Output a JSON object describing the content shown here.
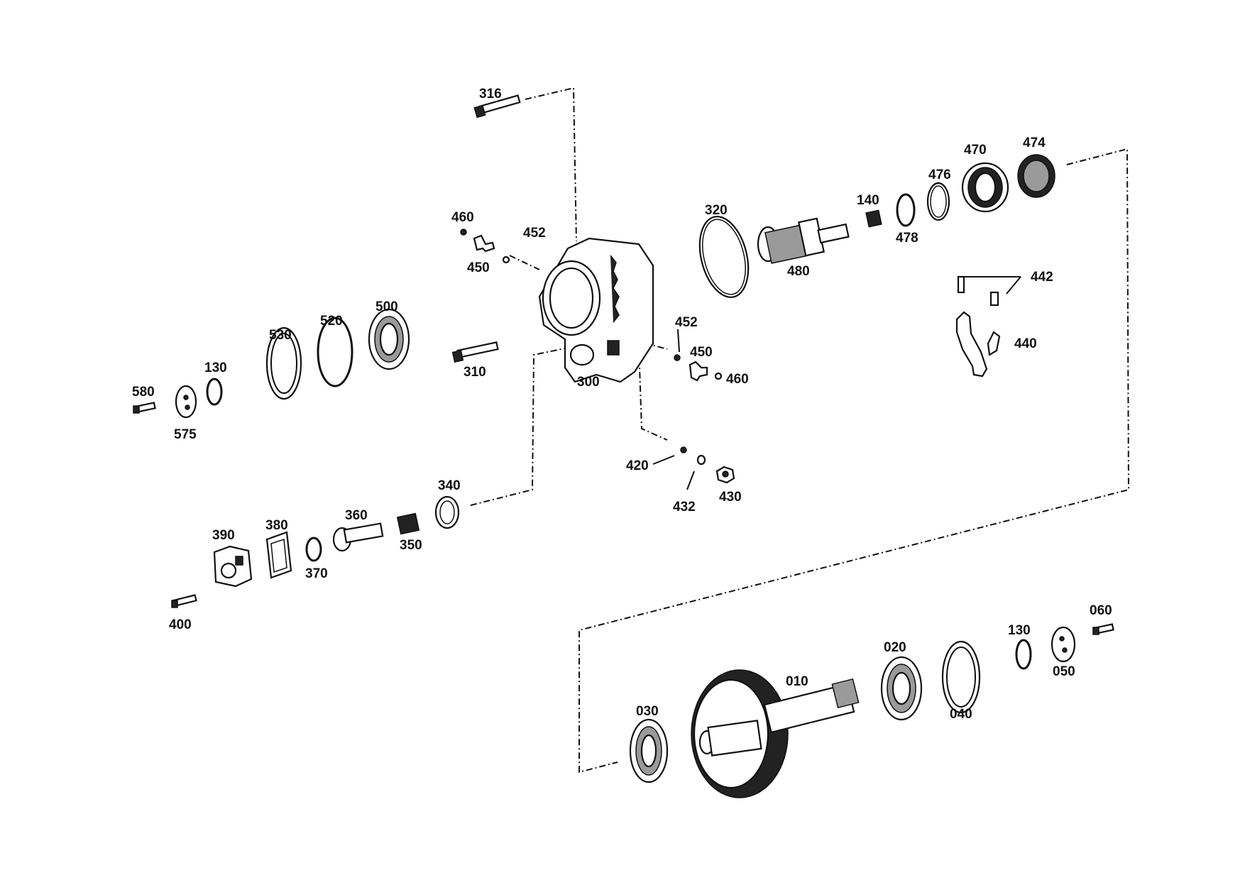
{
  "drawing": {
    "callouts": [
      {
        "id": "316",
        "label": "316"
      },
      {
        "id": "460a",
        "label": "460"
      },
      {
        "id": "452a",
        "label": "452"
      },
      {
        "id": "450a",
        "label": "450"
      },
      {
        "id": "320",
        "label": "320"
      },
      {
        "id": "480",
        "label": "480"
      },
      {
        "id": "140",
        "label": "140"
      },
      {
        "id": "478",
        "label": "478"
      },
      {
        "id": "476",
        "label": "476"
      },
      {
        "id": "470",
        "label": "470"
      },
      {
        "id": "474",
        "label": "474"
      },
      {
        "id": "442",
        "label": "442"
      },
      {
        "id": "440",
        "label": "440"
      },
      {
        "id": "530",
        "label": "530"
      },
      {
        "id": "520",
        "label": "520"
      },
      {
        "id": "500",
        "label": "500"
      },
      {
        "id": "130a",
        "label": "130"
      },
      {
        "id": "580",
        "label": "580"
      },
      {
        "id": "575",
        "label": "575"
      },
      {
        "id": "310",
        "label": "310"
      },
      {
        "id": "300",
        "label": "300"
      },
      {
        "id": "452b",
        "label": "452"
      },
      {
        "id": "450b",
        "label": "450"
      },
      {
        "id": "460b",
        "label": "460"
      },
      {
        "id": "420",
        "label": "420"
      },
      {
        "id": "432",
        "label": "432"
      },
      {
        "id": "430",
        "label": "430"
      },
      {
        "id": "340",
        "label": "340"
      },
      {
        "id": "390",
        "label": "390"
      },
      {
        "id": "380",
        "label": "380"
      },
      {
        "id": "360",
        "label": "360"
      },
      {
        "id": "350",
        "label": "350"
      },
      {
        "id": "370",
        "label": "370"
      },
      {
        "id": "400",
        "label": "400"
      },
      {
        "id": "060",
        "label": "060"
      },
      {
        "id": "130b",
        "label": "130"
      },
      {
        "id": "050",
        "label": "050"
      },
      {
        "id": "020",
        "label": "020"
      },
      {
        "id": "040",
        "label": "040"
      },
      {
        "id": "010",
        "label": "010"
      },
      {
        "id": "030",
        "label": "030"
      }
    ]
  }
}
